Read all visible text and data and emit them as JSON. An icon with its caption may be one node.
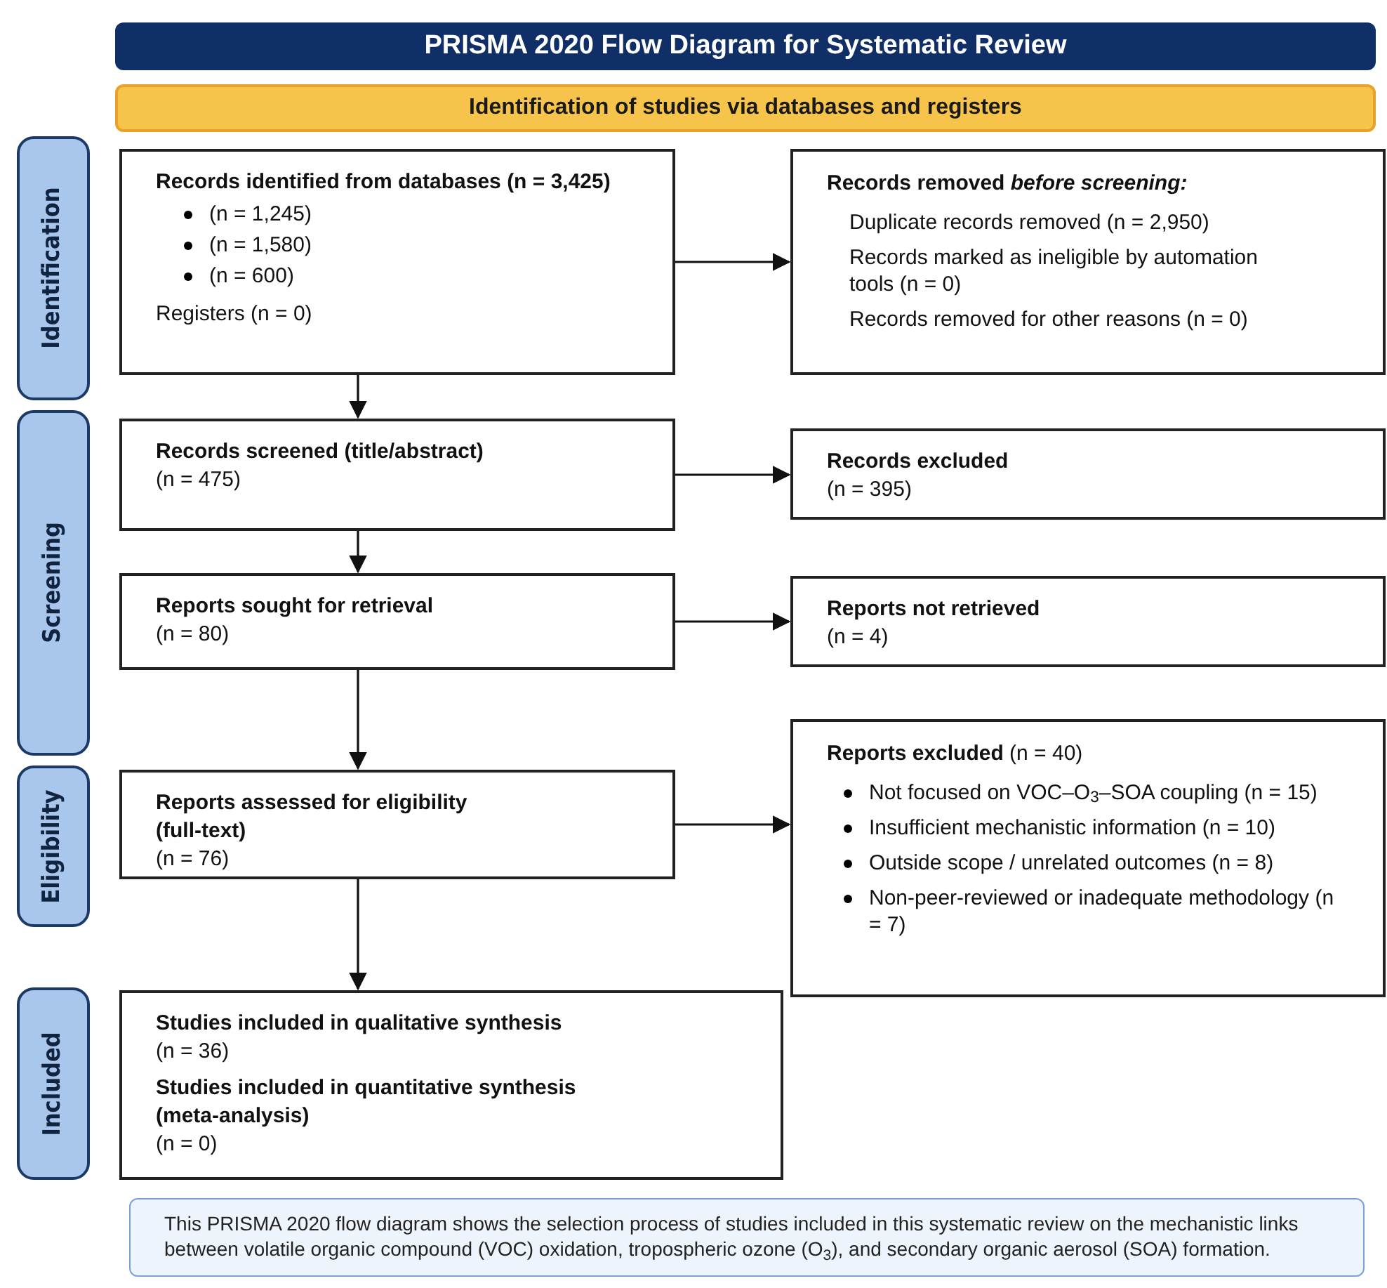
{
  "diagram": {
    "nodes": [
      {
        "text": [
          "PRISMA 2020 Flow Diagram for Systematic Review"
        ]
      },
      {
        "text": [
          "Identification of studies via databases and registers"
        ]
      },
      {
        "text": [
          "Identification"
        ]
      },
      {
        "text": [
          "Screening"
        ]
      },
      {
        "text": [
          "Eligibility"
        ]
      },
      {
        "text": [
          "Included"
        ]
      },
      {
        "text": [
          "Records identified from databases (n = 3,425)",
          "(n = 1,245)",
          "(n = 1,580)",
          "(n = 600)",
          "Registers (n = 0)"
        ]
      },
      {
        "text": [
          "Records removed *before screening:*",
          "Duplicate records removed (n = 2,950)",
          "Records marked as ineligible by automation tools (n = 0)",
          "Records removed for other reasons (n = 0)"
        ]
      },
      {
        "text": [
          "Records screened (title/abstract)",
          "(n = 475)"
        ]
      },
      {
        "text": [
          "Records excluded",
          "(n = 395)"
        ]
      },
      {
        "text": [
          "Reports sought for retrieval",
          "(n = 80)"
        ]
      },
      {
        "text": [
          "Reports not retrieved",
          "(n = 4)"
        ]
      },
      {
        "text": [
          "Reports assessed for eligibility (full-text)",
          "(n = 76)"
        ]
      },
      {
        "text": [
          "**Reports excluded** (n = 40)",
          "Not focused on VOC–O$_{3}$–SOA coupling (n = 15)",
          "Insufficient mechanistic information (n = 10)",
          "Outside scope / unrelated outcomes (n = 8)",
          "Non-peer-reviewed or inadequate methodology (n = 7)"
        ]
      },
      {
        "text": [
          "Studies included in qualitative synthesis",
          "(n = 36)",
          "Studies included in quantitative synthesis (meta-analysis)",
          "(n = 0)"
        ]
      },
      {
        "text": [
          "This PRISMA 2020 flow diagram shows the selection process of studies included in this systematic review on the mechanistic links between volatile organic compound (VOC) oxidation, tropospheric ozone (O$_{3}$), and secondary organic aerosol (SOA) formation."
        ]
      }
    ],
    "edges": [
      {
        "from": 6,
        "to": 7,
        "arrow": "to"
      },
      {
        "from": 6,
        "to": 8,
        "arrow": "to"
      },
      {
        "from": 8,
        "to": 9,
        "arrow": "to"
      },
      {
        "from": 8,
        "to": 10,
        "arrow": "to"
      },
      {
        "from": 10,
        "to": 11,
        "arrow": "to"
      },
      {
        "from": 10,
        "to": 12,
        "arrow": "to"
      },
      {
        "from": 12,
        "to": 13,
        "arrow": "to"
      },
      {
        "from": 12,
        "to": 14,
        "arrow": "to"
      }
    ]
  }
}
